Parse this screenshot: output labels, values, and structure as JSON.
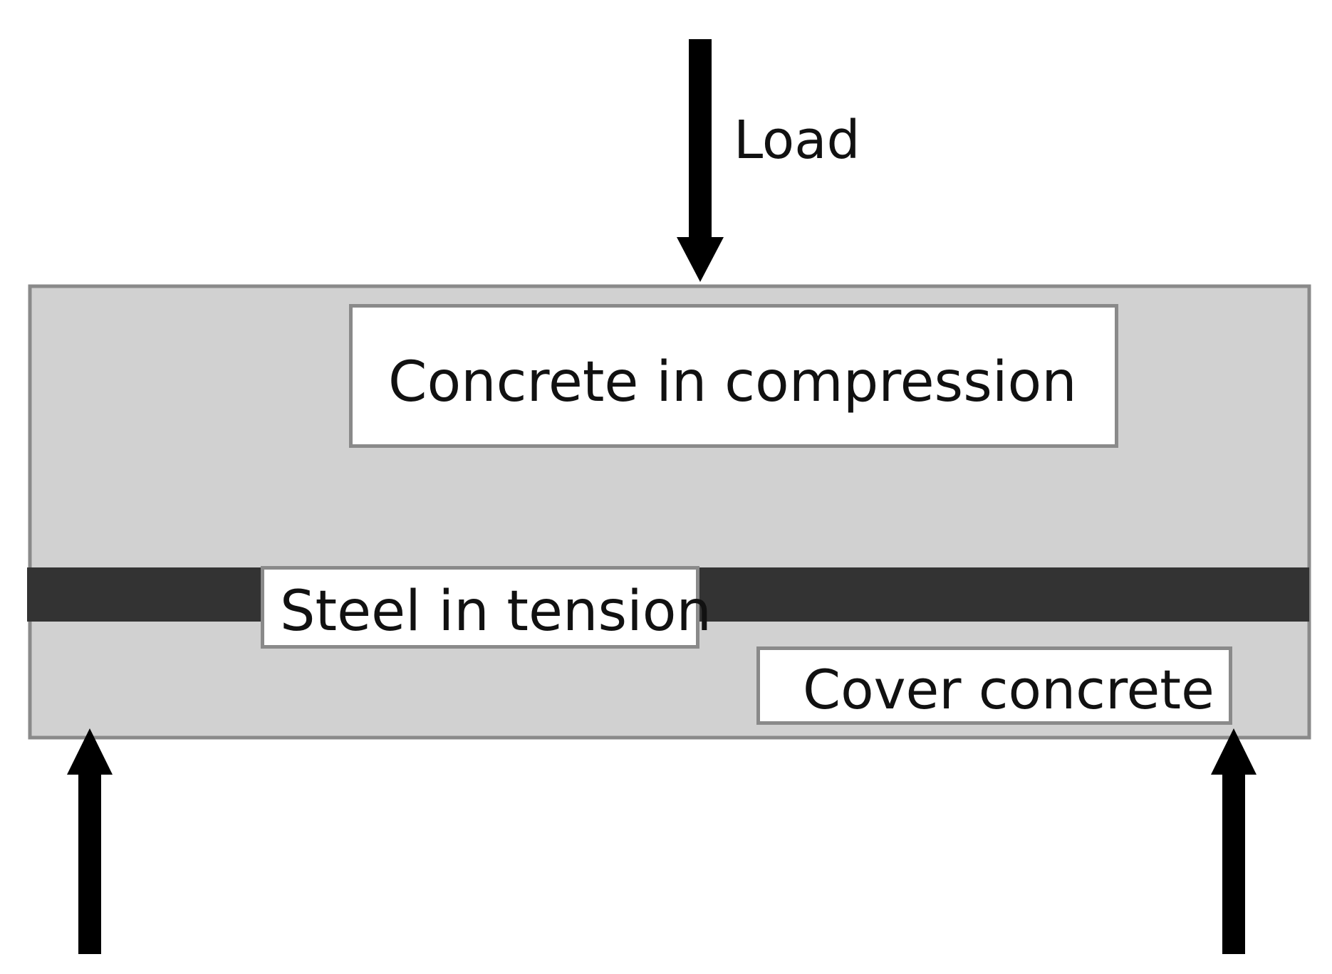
{
  "diagram": {
    "load_label": "Load",
    "compression_label": "Concrete in compression",
    "tension_label": "Steel in tension",
    "cover_label": "Cover concrete",
    "colors": {
      "concrete": "#d1d1d1",
      "concrete_outline": "#8a8a8a",
      "steel": "#333333",
      "arrow": "#000000",
      "label_box": "#ffffff"
    },
    "icons": {
      "load": "arrow-down-icon",
      "left_support": "arrow-up-icon",
      "right_support": "arrow-up-icon"
    }
  }
}
